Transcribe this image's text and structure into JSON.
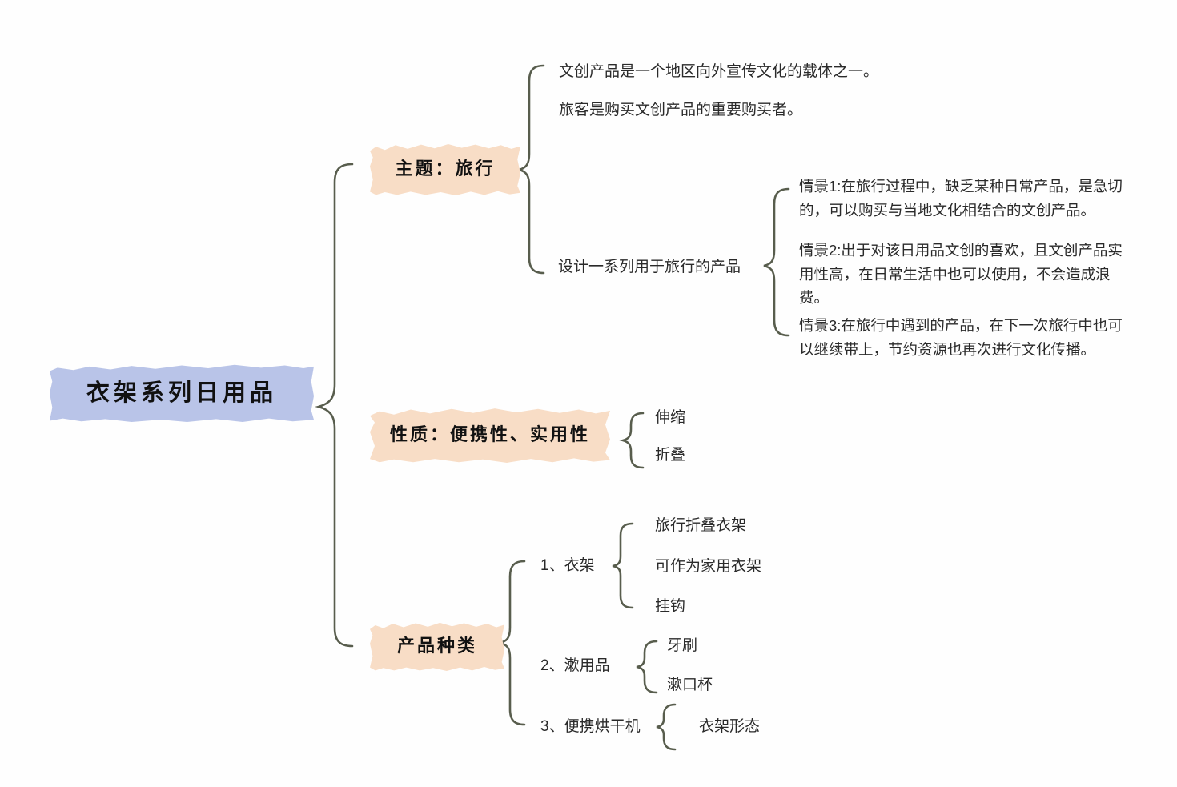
{
  "colors": {
    "root_highlight": "#b9c4e8",
    "branch_highlight": "#f8ddc6",
    "brace_stroke": "#585d4d",
    "text": "#2a2a2a",
    "background": "#fefefe"
  },
  "root": {
    "label": "衣架系列日用品"
  },
  "branches": [
    {
      "id": "theme",
      "label": "主题：旅行",
      "children": [
        {
          "id": "carrier",
          "label": "文创产品是一个地区向外宣传文化的载体之一。"
        },
        {
          "id": "buyer",
          "label": "旅客是购买文创产品的重要购买者。"
        },
        {
          "id": "design",
          "label": "设计一系列用于旅行的产品",
          "children": [
            {
              "id": "scene1",
              "label": "情景1:在旅行过程中，缺乏某种日常产品，是急切的，可以购买与当地文化相结合的文创产品。"
            },
            {
              "id": "scene2",
              "label": "情景2:出于对该日用品文创的喜欢，且文创产品实用性高，在日常生活中也可以使用，不会造成浪费。"
            },
            {
              "id": "scene3",
              "label": "情景3:在旅行中遇到的产品，在下一次旅行中也可以继续带上，节约资源也再次进行文化传播。"
            }
          ]
        }
      ]
    },
    {
      "id": "nature",
      "label": "性质：便携性、实用性",
      "children": [
        {
          "id": "telescopic",
          "label": "伸缩"
        },
        {
          "id": "fold",
          "label": "折叠"
        }
      ]
    },
    {
      "id": "kinds",
      "label": "产品种类",
      "children": [
        {
          "id": "hanger",
          "label": "1、衣架",
          "children": [
            {
              "id": "travel-hanger",
              "label": "旅行折叠衣架"
            },
            {
              "id": "home-hanger",
              "label": "可作为家用衣架"
            },
            {
              "id": "hook",
              "label": "挂钩"
            }
          ]
        },
        {
          "id": "wash",
          "label": "2、漱用品",
          "children": [
            {
              "id": "toothbrush",
              "label": "牙刷"
            },
            {
              "id": "cup",
              "label": "漱口杯"
            }
          ]
        },
        {
          "id": "dryer",
          "label": "3、便携烘干机",
          "children": [
            {
              "id": "hanger-form",
              "label": "衣架形态"
            }
          ]
        }
      ]
    }
  ]
}
